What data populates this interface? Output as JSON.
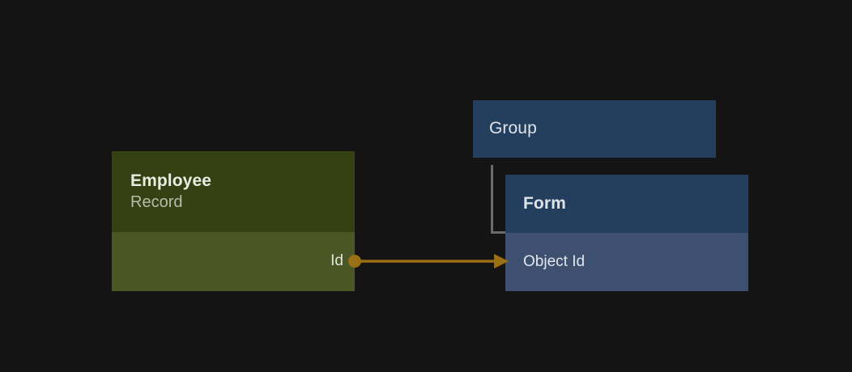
{
  "diagram": {
    "background_color": "#141414",
    "nodes": [
      {
        "id": "employee",
        "title": "Employee",
        "subtitle": "Record",
        "header_color": "#354113",
        "row_color": "#4b5626",
        "rows": [
          {
            "label": "Id",
            "align": "right"
          }
        ]
      },
      {
        "id": "group",
        "title": "Group",
        "header_color": "#243f5e",
        "rows": []
      },
      {
        "id": "form",
        "title": "Form",
        "header_color": "#243f5e",
        "row_color": "#3d5070",
        "rows": [
          {
            "label": "Object Id",
            "align": "left"
          }
        ]
      }
    ],
    "connectors": [
      {
        "id": "employee-id-to-form-object-id",
        "from": "employee.Id",
        "to": "form.Object Id",
        "color": "#9a6f15",
        "start_marker": "circle",
        "end_marker": "arrow"
      },
      {
        "id": "group-contains-form",
        "from": "group",
        "to": "form",
        "color": "#6b6b6b",
        "style": "bracket"
      }
    ]
  }
}
